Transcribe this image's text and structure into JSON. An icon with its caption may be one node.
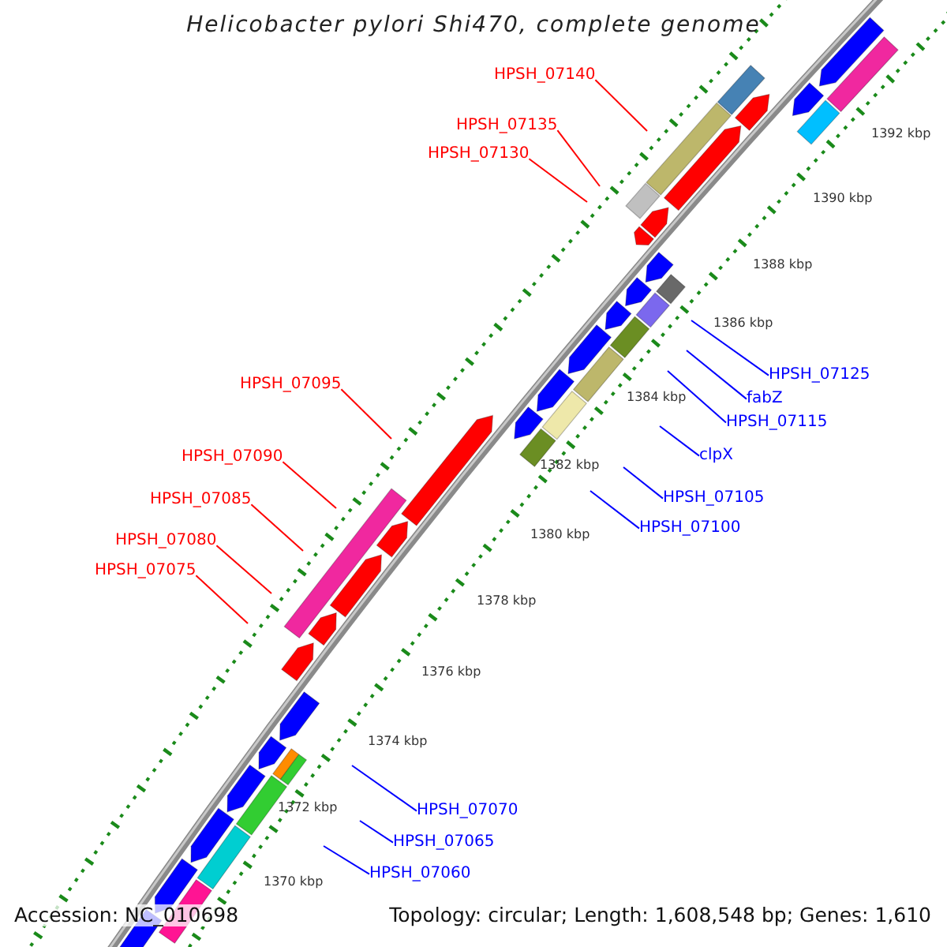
{
  "diagram": {
    "title": "Helicobacter pylori Shi470, complete genome",
    "nodes": [
      {
        "text": [
          "HPSH_07140"
        ]
      },
      {
        "text": [
          "HPSH_07135"
        ]
      },
      {
        "text": [
          "HPSH_07130"
        ]
      },
      {
        "text": [
          "HPSH_07125"
        ]
      },
      {
        "text": [
          "fabZ"
        ]
      },
      {
        "text": [
          "HPSH_07115"
        ]
      },
      {
        "text": [
          "HPSH_07095"
        ]
      },
      {
        "text": [
          "clpX"
        ]
      },
      {
        "text": [
          "HPSH_07090"
        ]
      },
      {
        "text": [
          "HPSH_07105"
        ]
      },
      {
        "text": [
          "HPSH_07085"
        ]
      },
      {
        "text": [
          "HPSH_07100"
        ]
      },
      {
        "text": [
          "HPSH_07080"
        ]
      },
      {
        "text": [
          "HPSH_07075"
        ]
      },
      {
        "text": [
          "HPSH_07070"
        ]
      },
      {
        "text": [
          "HPSH_07065"
        ]
      },
      {
        "text": [
          "HPSH_07060"
        ]
      }
    ],
    "edges": [
      {
        "from": 0,
        "to": null,
        "arrow": "none",
        "color": "#ff0000"
      },
      {
        "from": 1,
        "to": null,
        "arrow": "none",
        "color": "#ff0000"
      },
      {
        "from": 2,
        "to": null,
        "arrow": "none",
        "color": "#ff0000"
      },
      {
        "from": 3,
        "to": null,
        "arrow": "none"
      },
      {
        "from": 4,
        "to": null,
        "arrow": "none"
      },
      {
        "from": 5,
        "to": null,
        "arrow": "none"
      },
      {
        "from": 6,
        "to": null,
        "arrow": "none",
        "color": "#ff0000"
      },
      {
        "from": 7,
        "to": null,
        "arrow": "none"
      },
      {
        "from": 8,
        "to": null,
        "arrow": "none",
        "color": "#ff0000"
      },
      {
        "from": 9,
        "to": null,
        "arrow": "none"
      },
      {
        "from": 10,
        "to": null,
        "arrow": "none",
        "color": "#ff0000"
      },
      {
        "from": 11,
        "to": null,
        "arrow": "none"
      },
      {
        "from": 12,
        "to": null,
        "arrow": "none",
        "color": "#ff0000"
      },
      {
        "from": 13,
        "to": null,
        "arrow": "none",
        "color": "#ff0000"
      },
      {
        "from": 14,
        "to": null,
        "arrow": "none"
      },
      {
        "from": 15,
        "to": null,
        "arrow": "none"
      },
      {
        "from": 16,
        "to": null,
        "arrow": "none"
      }
    ],
    "labels": [
      "1392 kbp",
      "1390 kbp",
      "1388 kbp",
      "1386 kbp",
      "1384 kbp",
      "1382 kbp",
      "1380 kbp",
      "1378 kbp",
      "1376 kbp",
      "1374 kbp",
      "1372 kbp",
      "1370 kbp",
      "Accession: NC_010698",
      "Topology: circular; Length: 1,608,548 bp; Genes: 1,610"
    ]
  }
}
